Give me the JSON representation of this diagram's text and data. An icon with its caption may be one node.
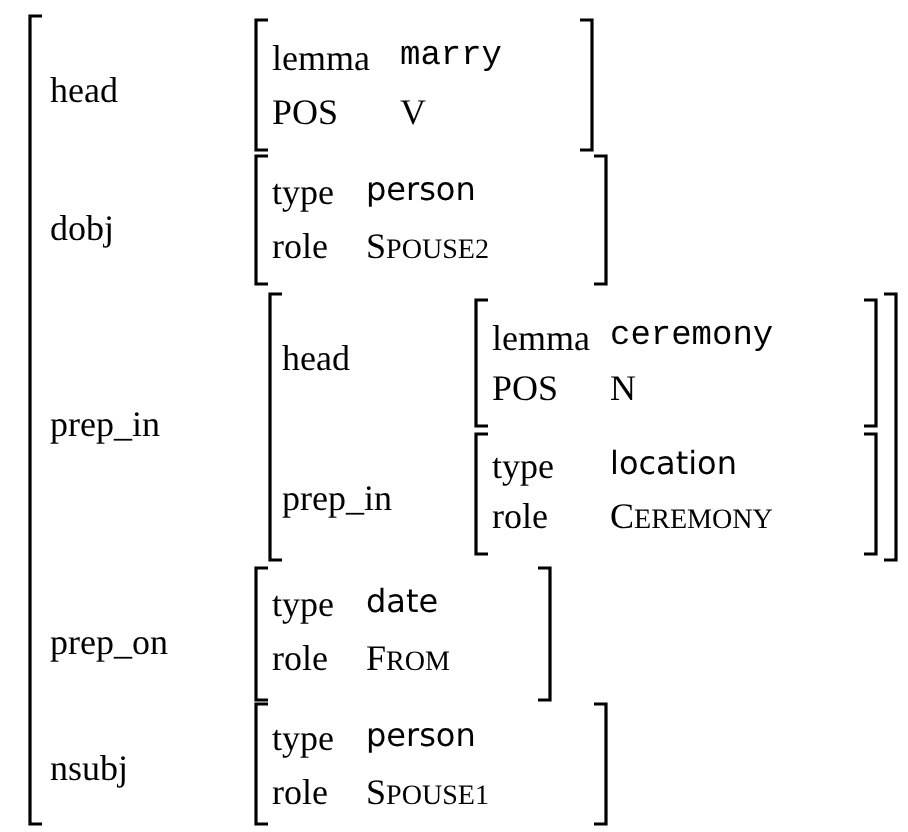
{
  "diagram": {
    "nodes": [
      {
        "text": [
          "head",
          "dobj",
          "prep_in",
          "prep_on",
          "nsubj"
        ]
      },
      {
        "text": [
          "lemma",
          "marry",
          "POS",
          "V"
        ],
        "in": 0
      },
      {
        "text": [
          "type",
          "person",
          "role",
          "SPOUSE2"
        ],
        "in": 0
      },
      {
        "text": [
          "head",
          "prep_in"
        ],
        "in": 0
      },
      {
        "text": [
          "lemma",
          "ceremony",
          "POS",
          "N"
        ],
        "in": 3
      },
      {
        "text": [
          "type",
          "location",
          "role",
          "CEREMONY"
        ],
        "in": 3
      },
      {
        "text": [
          "type",
          "date",
          "role",
          "FROM"
        ],
        "in": 0
      },
      {
        "text": [
          "type",
          "person",
          "role",
          "SPOUSE1"
        ],
        "in": 0
      }
    ]
  }
}
